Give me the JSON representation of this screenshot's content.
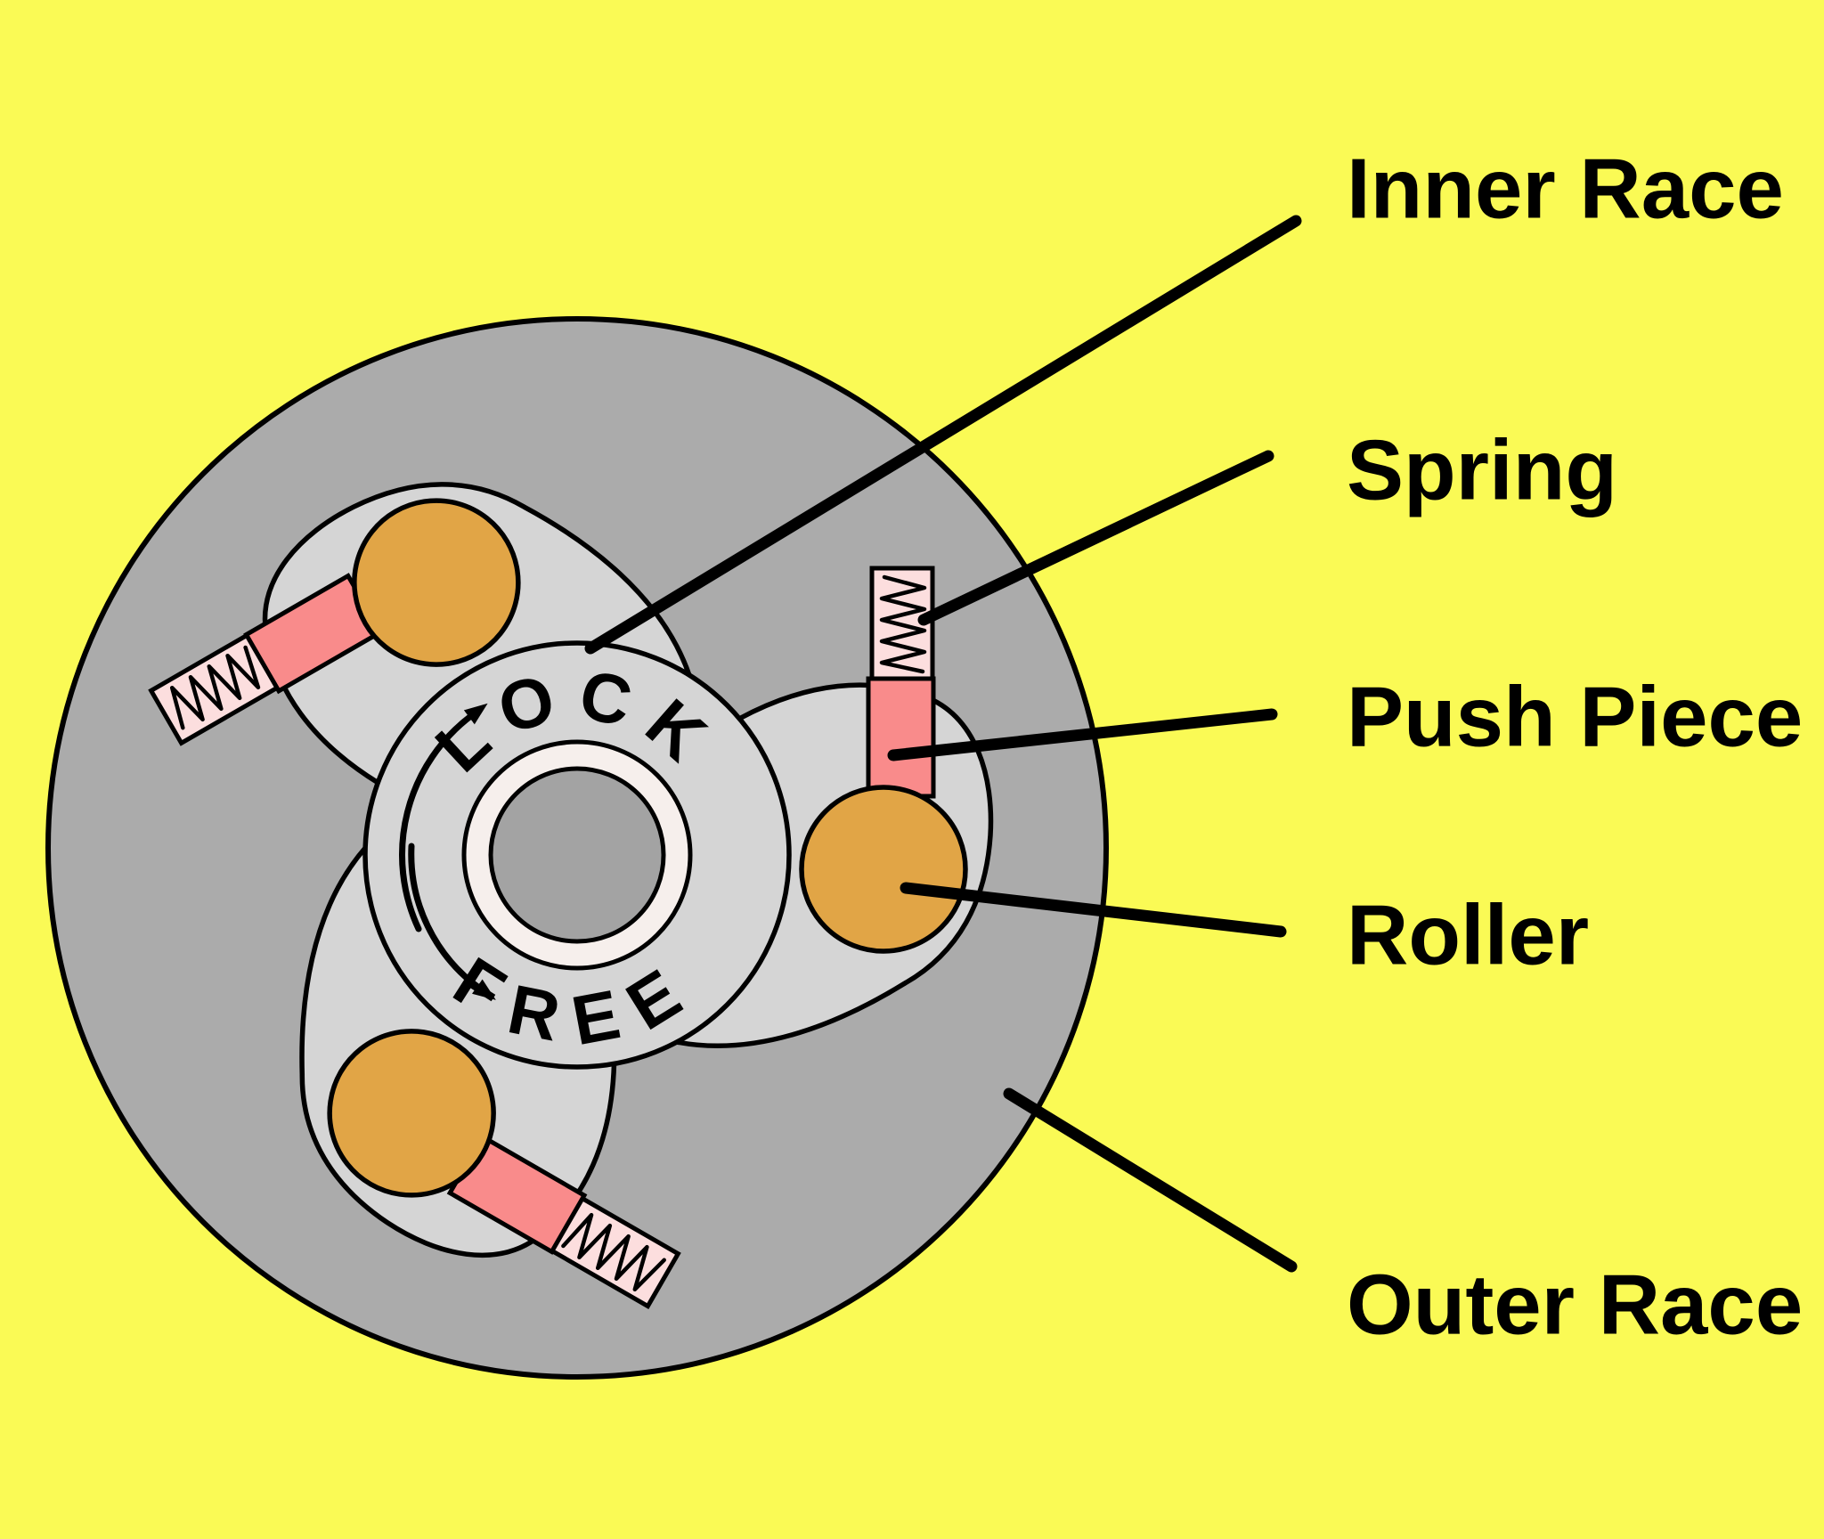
{
  "figure": {
    "title": "One-way roller clutch diagram",
    "rotation_labels": {
      "lock": "LOCK",
      "free": "FREE"
    },
    "labels": [
      {
        "id": "inner-race",
        "text": "Inner Race"
      },
      {
        "id": "spring",
        "text": "Spring"
      },
      {
        "id": "push-piece",
        "text": "Push Piece"
      },
      {
        "id": "roller",
        "text": "Roller"
      },
      {
        "id": "outer-race",
        "text": "Outer Race"
      }
    ],
    "colors": {
      "background": "#FAFA55",
      "outer_race": "#ABABAB",
      "inner_race_cam": "#D5D5D5",
      "hub_ring": "#F6EFEC",
      "hub_bore": "#A3A3A3",
      "roller": "#E1A546",
      "push_piece": "#F98B8B",
      "spring_housing": "#FCDEDE",
      "outline": "#000000",
      "text": "#000000"
    },
    "part_count": {
      "rollers": 3,
      "springs": 3,
      "push_pieces": 3
    }
  }
}
